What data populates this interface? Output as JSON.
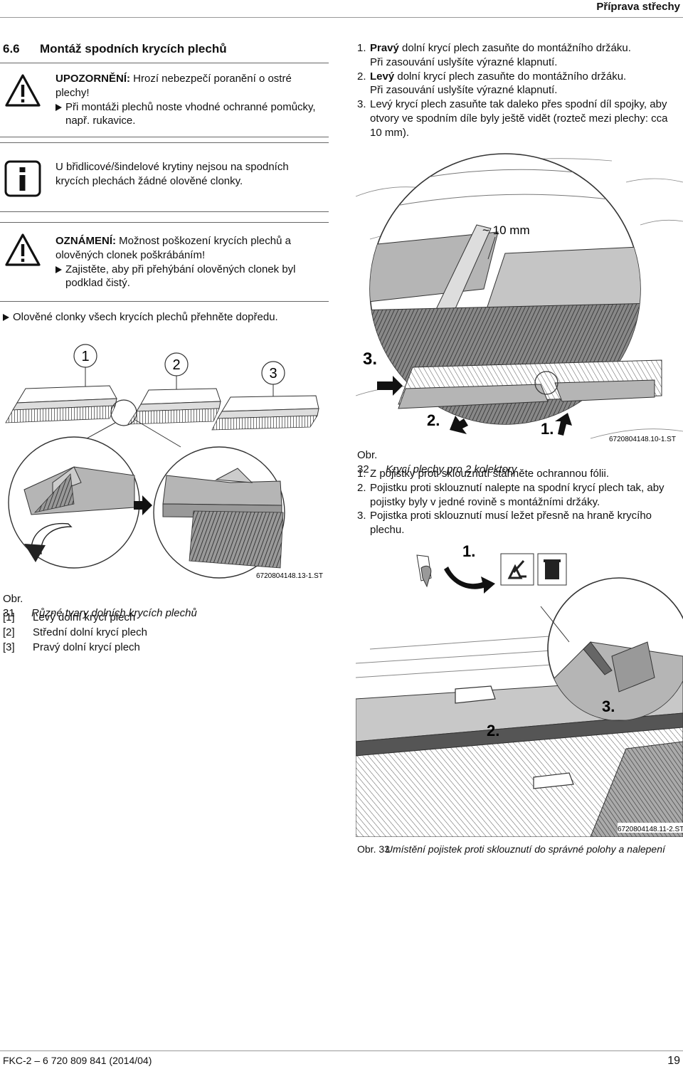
{
  "header": {
    "running_title": "Příprava střechy"
  },
  "section": {
    "number": "6.6",
    "title": "Montáž spodních krycích plechů"
  },
  "warning": {
    "label": "UPOZORNĚNÍ:",
    "text": " Hrozí nebezpečí poranění o ostré plechy!",
    "action": "Při montáži plechů noste vhodné ochranné pomůcky, např. rukavice."
  },
  "info": {
    "text": "U břidlicové/šindelové krytiny nejsou na spodních krycích plechách žádné olověné clonky."
  },
  "notice": {
    "label": "OZNÁMENÍ:",
    "text": " Možnost poškození krycích plechů a olověných clonek poškrábáním!",
    "action": "Zajistěte, aby při přehýbání olověných clonek byl podklad čistý."
  },
  "instruction": "Olověné clonky všech krycích plechů přehněte dopředu.",
  "steps_top": [
    {
      "num": "1.",
      "bold": "Pravý",
      "text": " dolní krycí plech zasuňte do montážního držáku.",
      "line2": "Při zasouvání uslyšíte výrazné klapnutí."
    },
    {
      "num": "2.",
      "bold": "Levý",
      "text": " dolní krycí plech zasuňte do montážního držáku.",
      "line2": "Při zasouvání uslyšíte výrazné klapnutí."
    },
    {
      "num": "3.",
      "bold": "",
      "text": "Levý krycí plech zasuňte tak daleko přes spodní díl spojky, aby otvory ve spodním díle byly ještě vidět (rozteč mezi plechy: cca 10 mm).",
      "line2": ""
    }
  ],
  "fig31": {
    "callouts": [
      "1",
      "2",
      "3"
    ],
    "ref": "6720804148.13-1.ST",
    "caption_label": "Obr. 31",
    "caption_text": "Různé tvary dolních krycích plechů",
    "legend": [
      {
        "key": "[1]",
        "text": "Levý dolní krycí plech"
      },
      {
        "key": "[2]",
        "text": "Střední dolní krycí plech"
      },
      {
        "key": "[3]",
        "text": "Pravý dolní krycí plech"
      }
    ]
  },
  "fig32": {
    "dimension": "~ 10 mm",
    "labels": [
      "3.",
      "2.",
      "1."
    ],
    "ref": "6720804148.10-1.ST",
    "caption_label": "Obr. 32",
    "caption_text": "Krycí plechy pro 2 kolektory"
  },
  "steps_mid": [
    {
      "num": "1.",
      "text": "Z pojistky proti sklouznutí stáhněte ochrannou fólii."
    },
    {
      "num": "2.",
      "text": "Pojistku proti sklouznutí nalepte na spodní krycí plech tak, aby pojistky byly v jedné rovině s montážními držáky."
    },
    {
      "num": "3.",
      "text": "Pojistka proti sklouznutí musí ležet přesně na hraně krycího plechu."
    }
  ],
  "fig33": {
    "labels": [
      "1.",
      "2.",
      "3."
    ],
    "ref": "6720804148.11-2.ST",
    "caption_label": "Obr. 33",
    "caption_text": "Umístění pojistek proti sklouznutí do správné polohy a nalepení"
  },
  "footer": {
    "doc": "FKC-2 – 6 720 809 841 (2014/04)",
    "page": "19"
  },
  "colors": {
    "text": "#111111",
    "rule": "#999999",
    "sheet_gray": "#b5b5b5"
  }
}
